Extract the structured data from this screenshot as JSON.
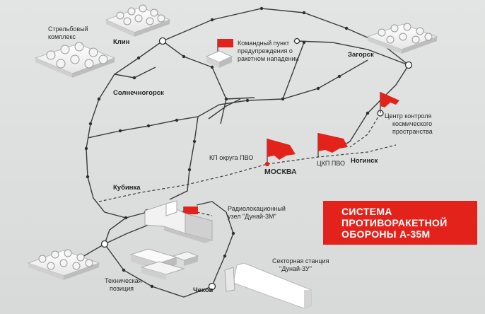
{
  "title": [
    "СИСТЕМА",
    "ПРОТИВОРАКЕТНОЙ",
    "ОБОРОНЫ  А-35М"
  ],
  "cities": {
    "klin": "Клин",
    "zagorsk": "Загорск",
    "solnechnogorsk": "Солнечногорск",
    "kubinka": "Кубинка",
    "moskva": "МОСКВА",
    "noginsk": "Ногинск",
    "chekhov": "Чехов"
  },
  "facilities": {
    "firing_complex": [
      "Стрельбовый",
      "комплекс"
    ],
    "command_post": [
      "Командный пункт",
      "предупреждения о",
      "ракетном нападении"
    ],
    "space_control": [
      "Центр контроля",
      "космического",
      "пространства"
    ],
    "kp_pvo": "КП округа ПВО",
    "tskp_pvo": "ЦКП ПВО",
    "radar": [
      "Радиолокационный",
      "узел \"Дунай-3М\""
    ],
    "sector_station": [
      "Секторная станция",
      "\"Дунай-3У\""
    ],
    "technical": [
      "Техническая",
      "позиция"
    ]
  },
  "colors": {
    "accent": "#e3231b",
    "line": "#3a3a3a",
    "bg": "#dcdfde"
  }
}
